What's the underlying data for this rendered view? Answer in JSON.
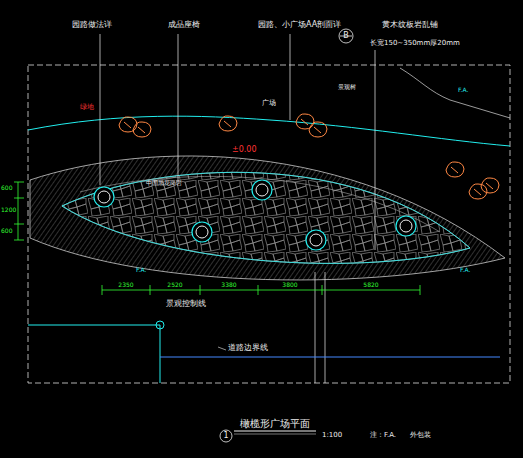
{
  "diagram": {
    "title": "橄榄形广场平面",
    "labels": [
      "园路做法详",
      "成品座椅",
      "园路、小广场AA剖面详",
      "B",
      "黄木纹板岩乱铺",
      "长宽150~350mm厚20mm",
      "绿地",
      "广场",
      "景观树",
      "±0.00",
      "中国黑花岗岩",
      "F.A.",
      "F.A.",
      "F.A.",
      "2350",
      "2520",
      "3380",
      "3800",
      "5820",
      "600",
      "1200",
      "600",
      "景观控制线",
      "道路边界线",
      "1",
      "1:100",
      "注：F.A.",
      "外包装"
    ]
  }
}
